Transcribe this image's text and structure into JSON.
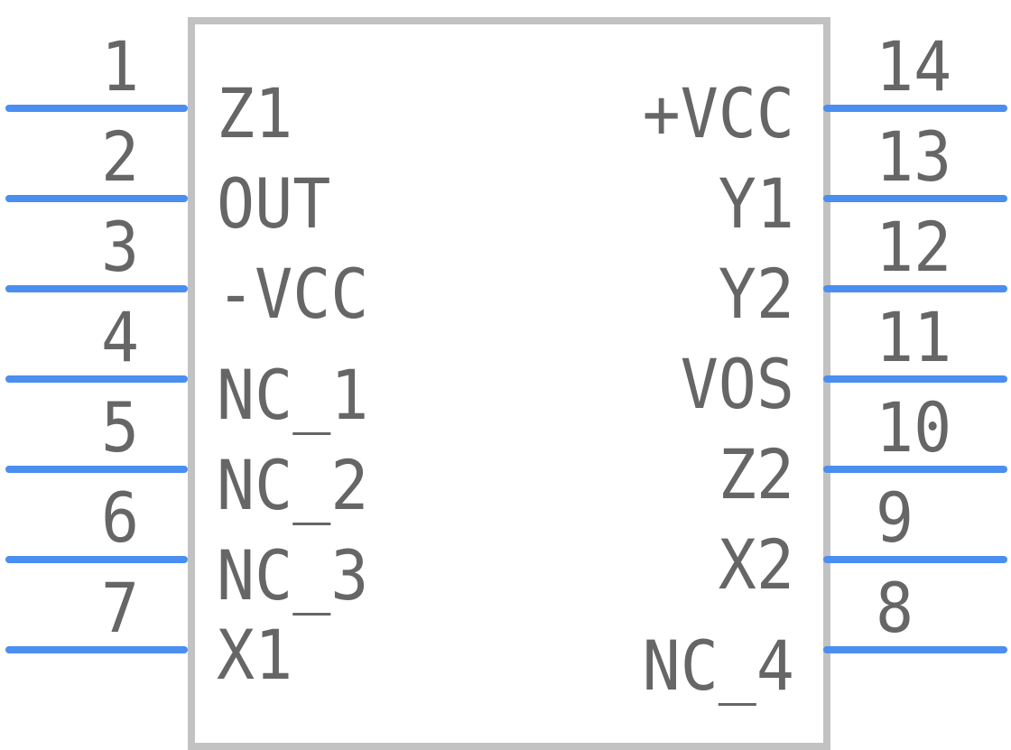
{
  "colors": {
    "body_outline": "#c2c2c2",
    "pin_line": "#4a8ef0",
    "text": "#666666",
    "background": "#ffffff"
  },
  "left_pins": [
    {
      "number": "1",
      "name": "Z1"
    },
    {
      "number": "2",
      "name": "OUT"
    },
    {
      "number": "3",
      "name": "-VCC"
    },
    {
      "number": "4",
      "name": "NC_1"
    },
    {
      "number": "5",
      "name": "NC_2"
    },
    {
      "number": "6",
      "name": "NC_3"
    },
    {
      "number": "7",
      "name": "X1"
    }
  ],
  "right_pins": [
    {
      "number": "14",
      "name": "+VCC"
    },
    {
      "number": "13",
      "name": "Y1"
    },
    {
      "number": "12",
      "name": "Y2"
    },
    {
      "number": "11",
      "name": "VOS"
    },
    {
      "number": "10",
      "name": "Z2"
    },
    {
      "number": "9",
      "name": "X2"
    },
    {
      "number": "8",
      "name": "NC_4"
    }
  ]
}
